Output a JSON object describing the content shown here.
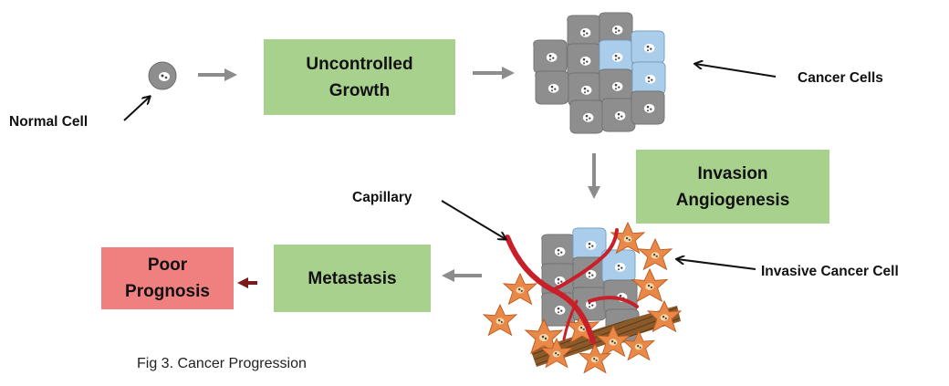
{
  "boxes": {
    "uncontrolled_growth": "Uncontrolled\nGrowth",
    "invasion_angiogenesis": "Invasion\nAngiogenesis",
    "metastasis": "Metastasis",
    "poor_prognosis": "Poor\nPrognosis"
  },
  "labels": {
    "normal_cell": "Normal Cell",
    "cancer_cells": "Cancer Cells",
    "capillary": "Capillary",
    "invasive_cancer_cell": "Invasive Cancer Cell"
  },
  "caption": "Fig 3.  Cancer Progression",
  "colors": {
    "green_box": "#a9d18e",
    "red_box": "#f08080",
    "gray_arrow": "#8c8c8c",
    "dark_red_arrow": "#7b1a1a",
    "cell_gray": "#8e8e8e",
    "cell_blue": "#a9cdea",
    "cell_orange": "#e8894a",
    "capillary_red": "#c8202a",
    "fiber_brown": "#8b5a2b"
  }
}
